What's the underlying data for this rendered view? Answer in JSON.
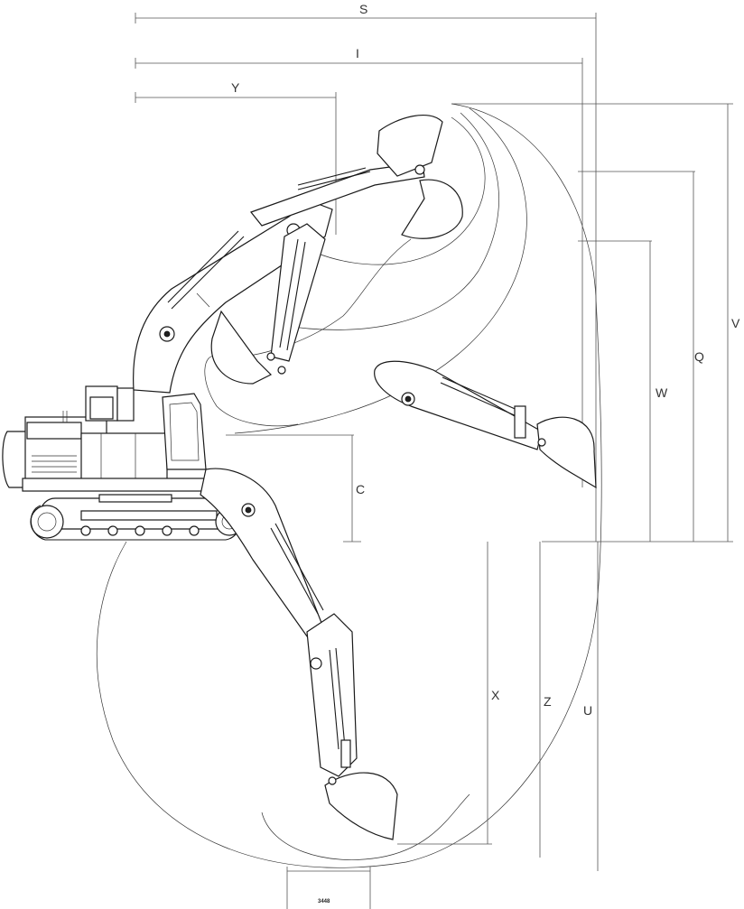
{
  "labels": {
    "S": "S",
    "I": "I",
    "Y": "Y",
    "V": "V",
    "Q": "Q",
    "W": "W",
    "C": "C",
    "X": "X",
    "Z": "Z",
    "U": "U",
    "bottom": "3448"
  }
}
